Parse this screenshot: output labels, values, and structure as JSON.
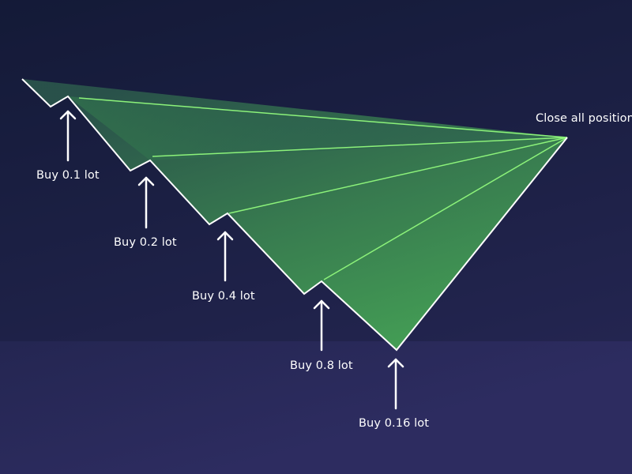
{
  "labels": {
    "close": "Close all positions",
    "buys": [
      "Buy 0.1 lot",
      "Buy 0.2 lot",
      "Buy 0.4 lot",
      "Buy 0.8 lot",
      "Buy 0.16 lot"
    ]
  },
  "colors": {
    "background_top": "#151c3a",
    "background_bottom": "#2b2a5c",
    "accent_green": "#8cf27a",
    "fill_green": "#3fa855",
    "line_white": "#ffffff"
  }
}
